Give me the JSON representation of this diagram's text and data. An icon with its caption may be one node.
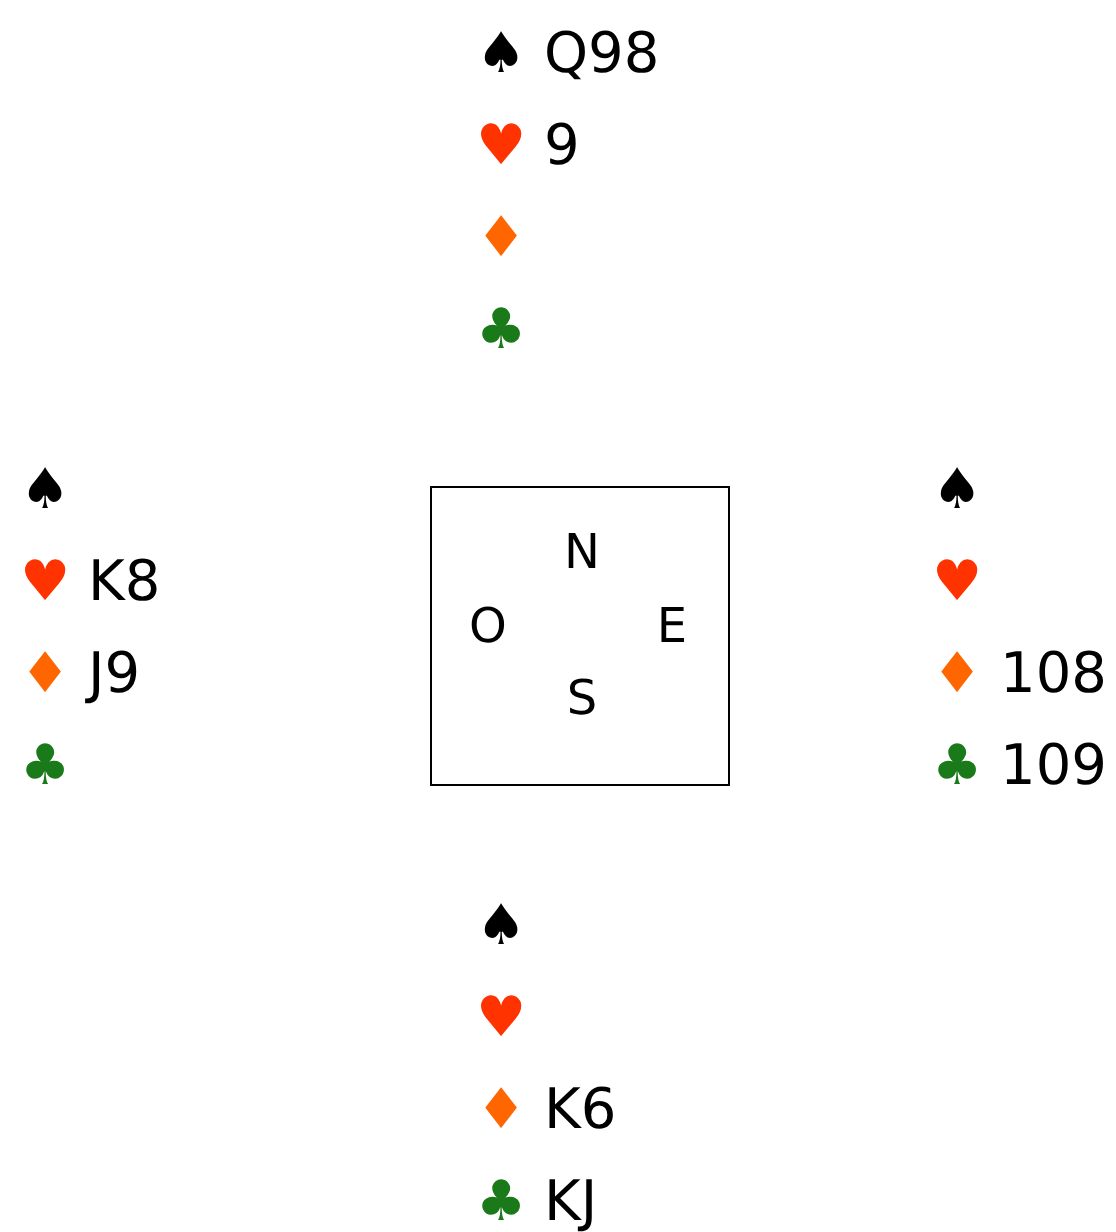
{
  "diagram": {
    "nodes": [
      {
        "text": [
          "N",
          "O",
          "E",
          "S"
        ]
      }
    ],
    "edges": [],
    "labels": [
      "♠ Q98",
      "♥ 9",
      "♦",
      "♣",
      "♠",
      "♥ K8",
      "♦ J9",
      "♣",
      "♠",
      "♥",
      "♦ 108",
      "♣ 109",
      "♠",
      "♥",
      "♦ K6",
      "♣ KJ"
    ]
  }
}
